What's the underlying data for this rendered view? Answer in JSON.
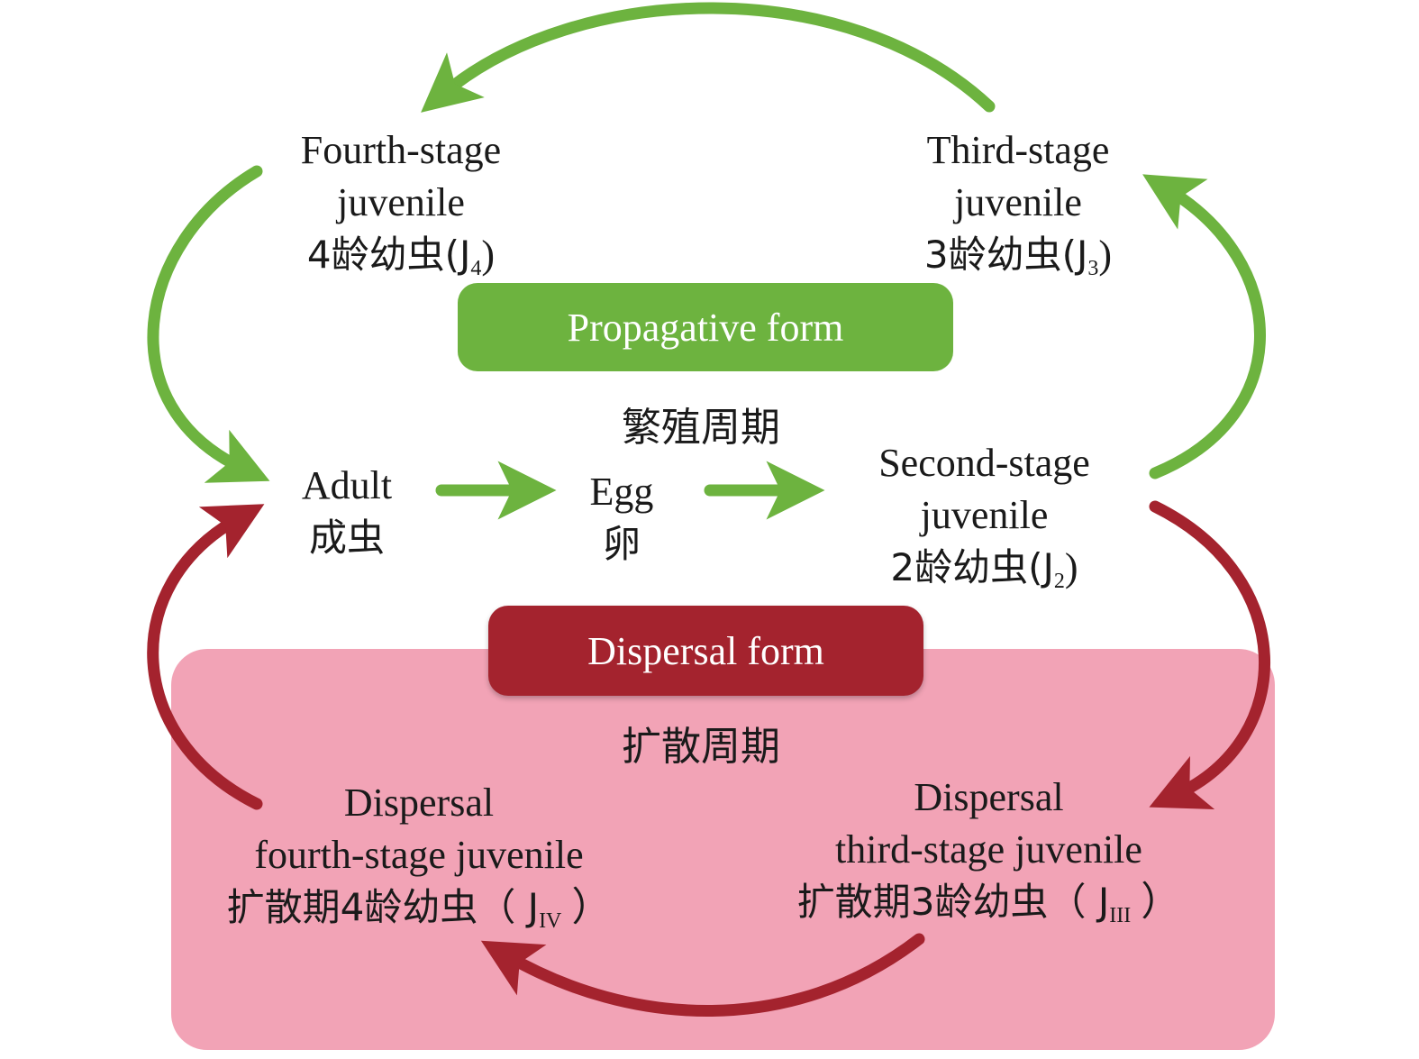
{
  "propagative": {
    "form_label": "Propagative form",
    "cycle_zh": "繁殖周期"
  },
  "dispersal": {
    "form_label": "Dispersal form",
    "cycle_zh": "扩散周期"
  },
  "stages": {
    "adult": {
      "en": "Adult",
      "zh": "成虫"
    },
    "egg": {
      "en": "Egg",
      "zh": "卵"
    },
    "j2": {
      "en1": "Second-stage",
      "en2": "juvenile",
      "zh": "2龄幼虫(J",
      "sub": "2",
      "close": ")"
    },
    "j3": {
      "en1": "Third-stage",
      "en2": "juvenile",
      "zh": "3龄幼虫(J",
      "sub": "3",
      "close": ")"
    },
    "j4": {
      "en1": "Fourth-stage",
      "en2": "juvenile",
      "zh": "4龄幼虫(J",
      "sub": "4",
      "close": ")"
    },
    "jiii": {
      "en1": "Dispersal",
      "en2": "third-stage juvenile",
      "zh": "扩散期3龄幼虫（ J",
      "sub": "III",
      "close": " ）"
    },
    "jiv": {
      "en1": "Dispersal",
      "en2": "fourth-stage juvenile",
      "zh": "扩散期4龄幼虫（ J",
      "sub": "IV",
      "close": " ）"
    }
  },
  "colors": {
    "propagative": "#6db33f",
    "dispersal": "#a4232e",
    "dispersal_zone": "#f2a3b6"
  }
}
